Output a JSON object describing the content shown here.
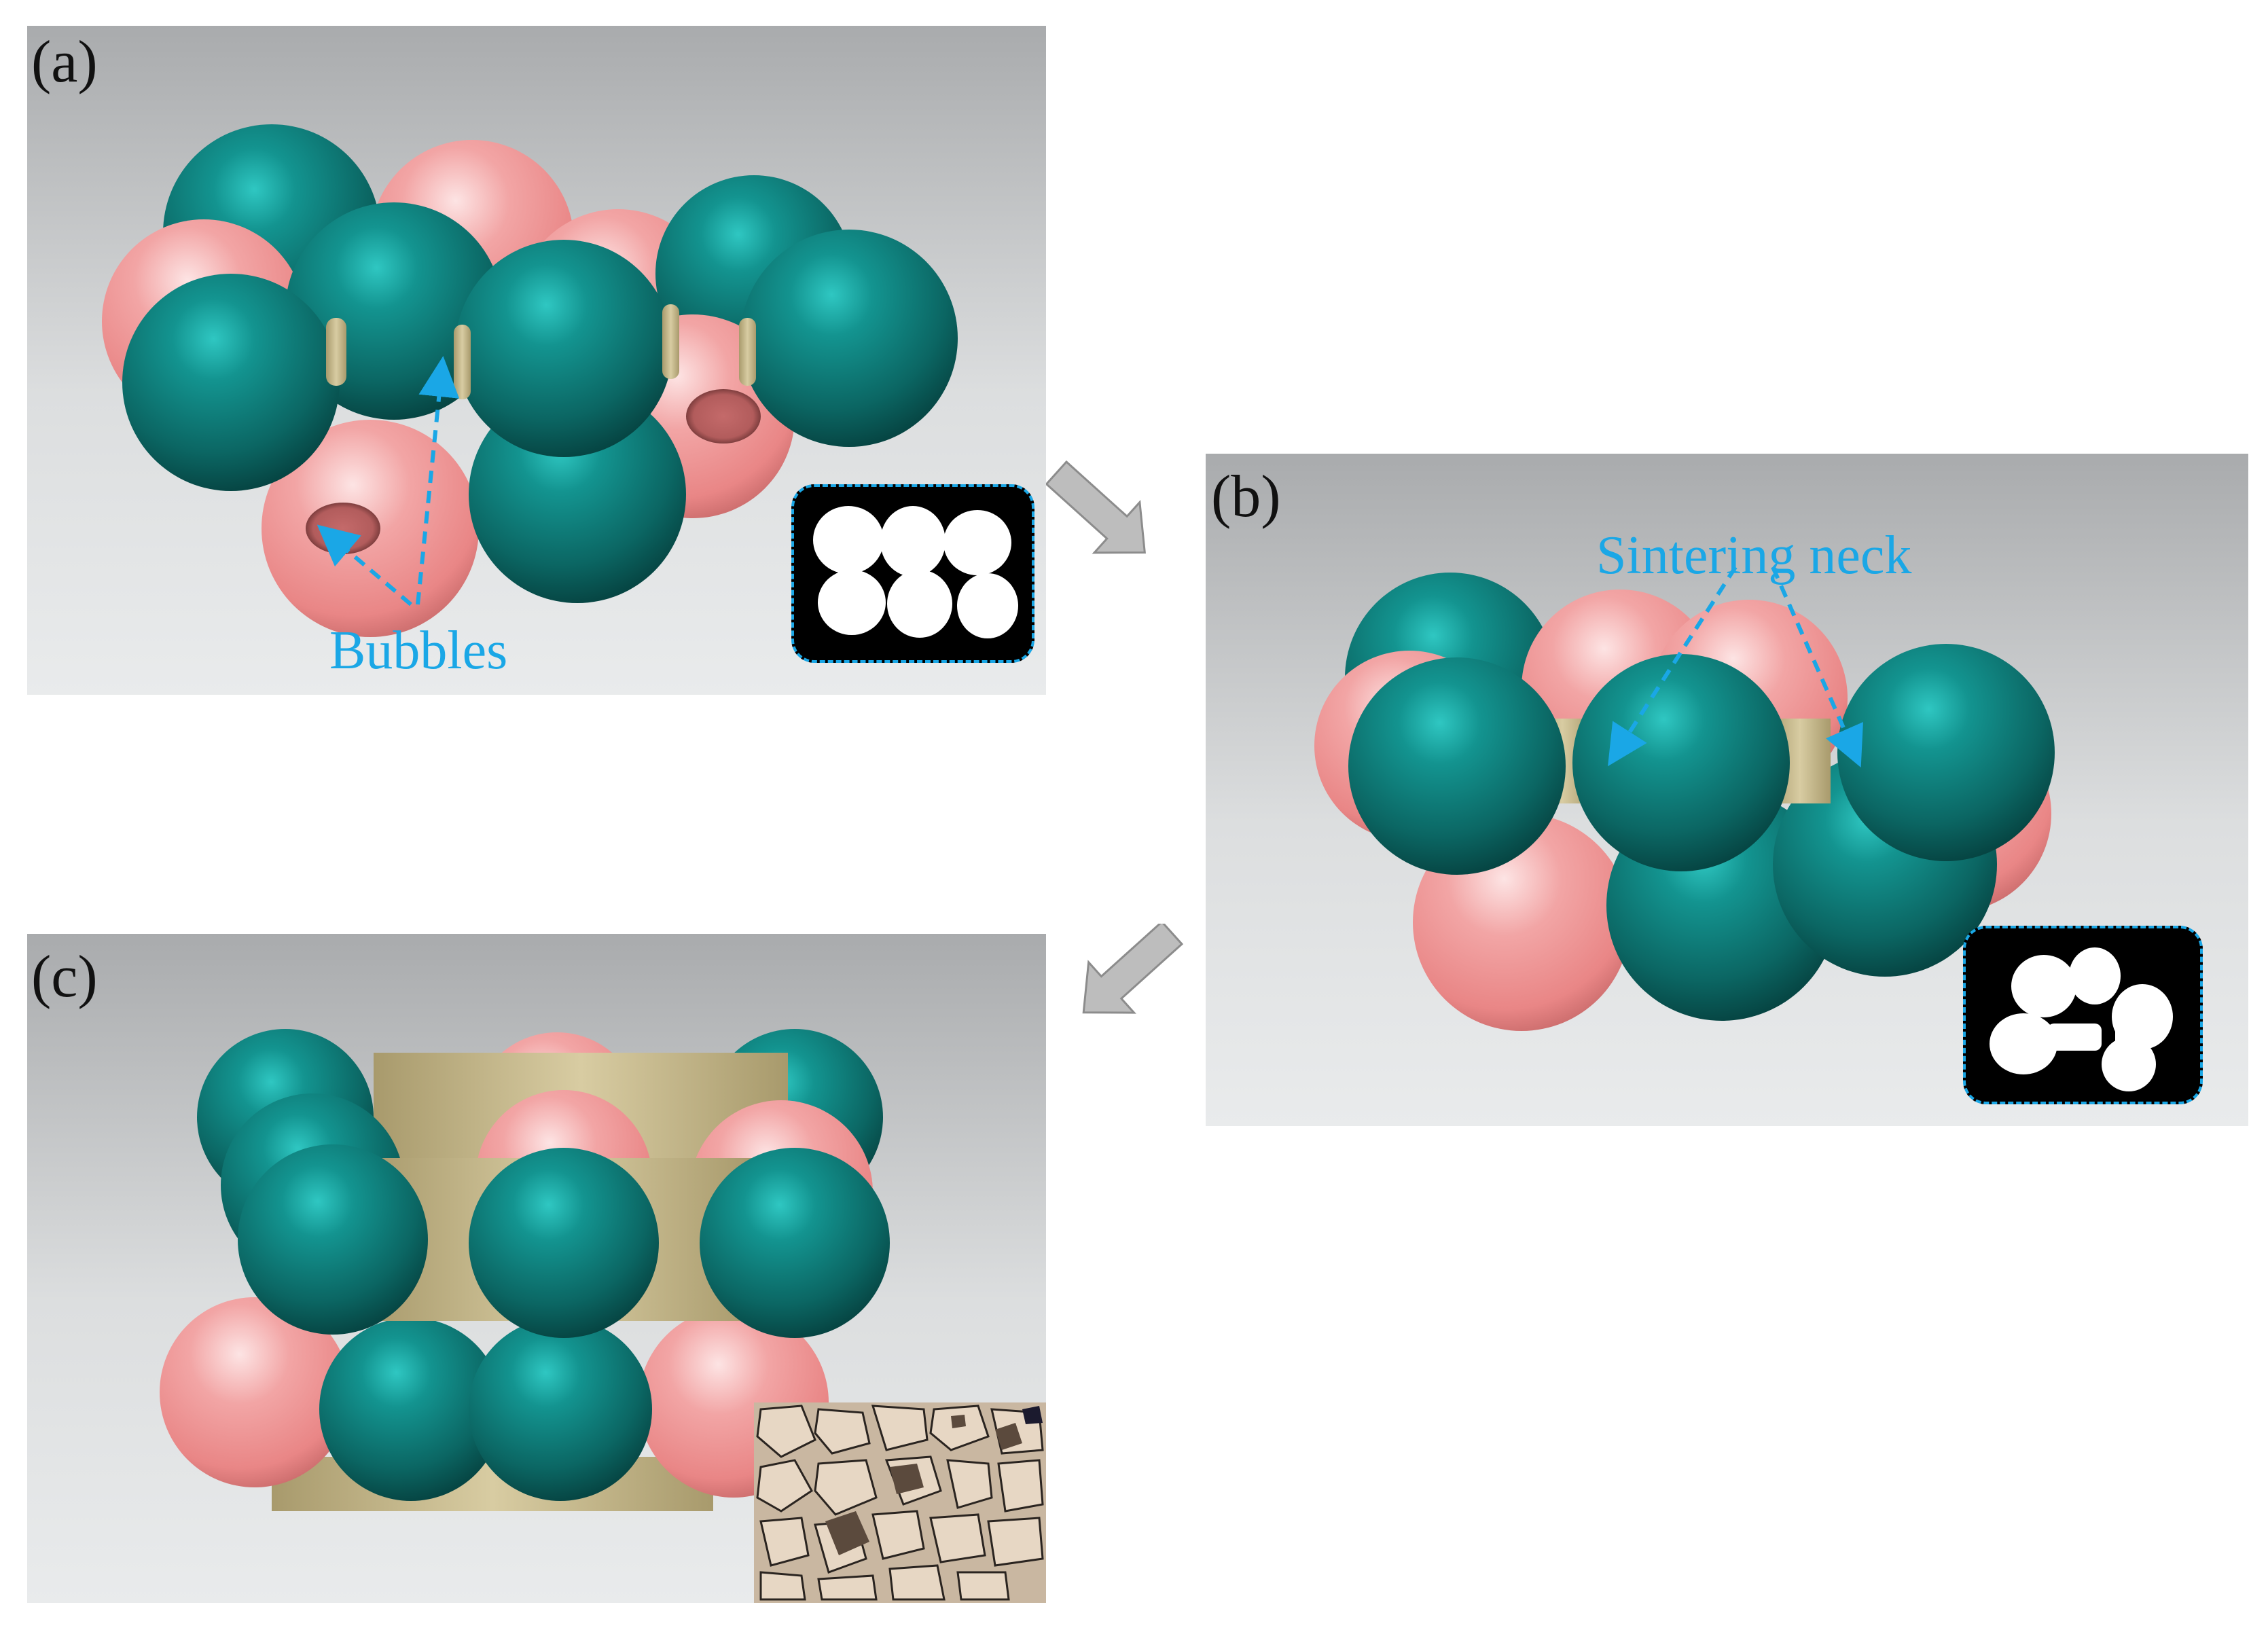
{
  "panels": {
    "a": {
      "label": "(a)"
    },
    "b": {
      "label": "(b)"
    },
    "c": {
      "label": "(c)"
    }
  },
  "annotations": {
    "bubbles": "Bubbles",
    "sintering_neck": "Sintering neck"
  },
  "colors": {
    "teal": "#0d6b68",
    "pink": "#ee9a9a",
    "neck": "#c9bb8e",
    "callout": "#1aa7e6"
  }
}
